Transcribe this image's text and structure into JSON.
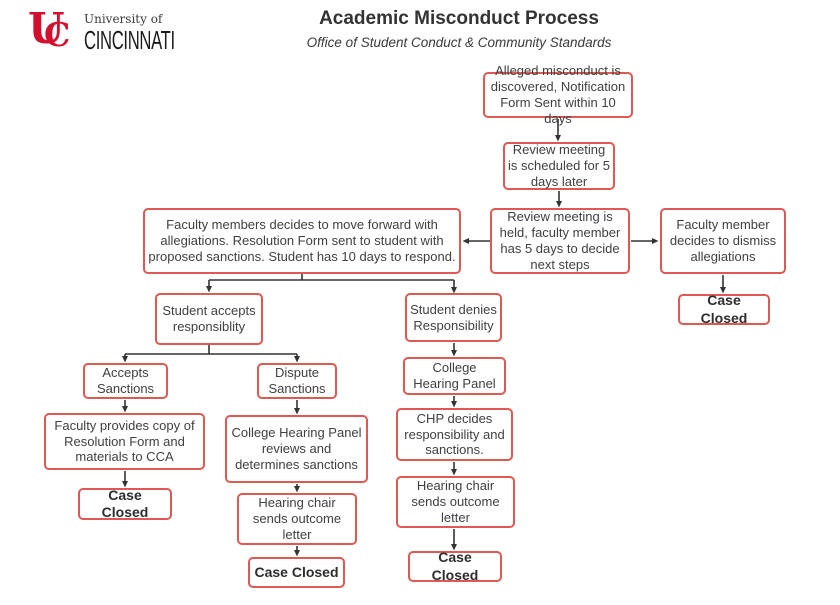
{
  "header": {
    "title": "Academic Misconduct Process",
    "subtitle": "Office of Student Conduct & Community Standards",
    "logo": {
      "monogram_u": "U",
      "monogram_c": "C",
      "university_of": "University of",
      "cincinnati": "CINCINNATI"
    }
  },
  "colors": {
    "box_border": "#dd5953",
    "box_text": "#404040",
    "arrow": "#333333",
    "logo_red": "#d30f2f",
    "title_text": "#333333"
  },
  "nodes": {
    "alleged": {
      "label": "Alleged misconduct is discovered, Notification Form Sent within 10 days"
    },
    "review_scheduled": {
      "label": "Review meeting is scheduled for 5 days later"
    },
    "review_held": {
      "label": "Review meeting is held, faculty member has 5 days to decide next steps"
    },
    "faculty_forward": {
      "label": "Faculty members decides to move forward with allegiations. Resolution Form sent to student with proposed sanctions. Student has 10 days to respond."
    },
    "faculty_dismiss": {
      "label": "Faculty member decides to dismiss allegiations"
    },
    "case_dismiss": {
      "label": "Case Closed"
    },
    "student_accepts": {
      "label": "Student accepts responsiblity"
    },
    "student_denies": {
      "label": "Student denies Responsibility"
    },
    "accepts_sanctions": {
      "label": "Accepts Sanctions"
    },
    "dispute_sanctions": {
      "label": "Dispute Sanctions"
    },
    "college_hearing_panel": {
      "label": "College Hearing Panel"
    },
    "faculty_provides": {
      "label": "Faculty provides copy of Resolution Form and materials to CCA"
    },
    "chp_reviews": {
      "label": "College Hearing Panel reviews and determines sanctions"
    },
    "chp_decides": {
      "label": "CHP decides responsibility and sanctions."
    },
    "hearing_chair_dispute": {
      "label": "Hearing chair sends outcome letter"
    },
    "hearing_chair_denies": {
      "label": "Hearing chair sends outcome letter"
    },
    "case_accepts": {
      "label": "Case Closed"
    },
    "case_dispute": {
      "label": "Case Closed"
    },
    "case_denies": {
      "label": "Case Closed"
    }
  }
}
